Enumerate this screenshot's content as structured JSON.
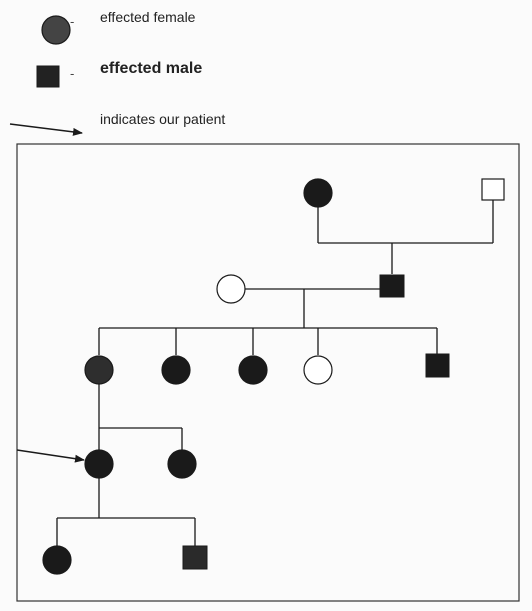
{
  "legend": {
    "female_label": "effected female",
    "male_label": "effected male",
    "arrow_label": "indicates our patient",
    "dash": "-"
  },
  "colors": {
    "affected_fill": "#1a1a1a",
    "unaffected_fill": "#ffffff",
    "stroke": "#1a1a1a"
  }
}
